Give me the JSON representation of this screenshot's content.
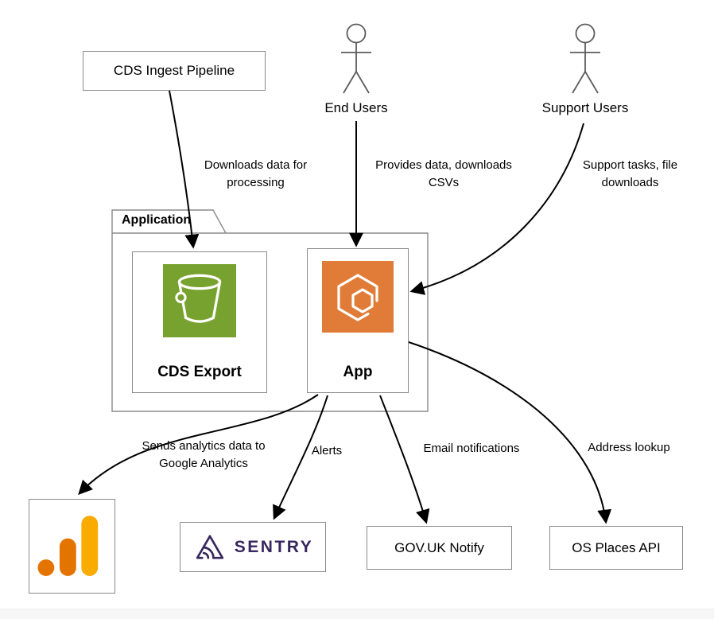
{
  "colors": {
    "border_gray": "#8a8a8a",
    "arrow_black": "#000000",
    "s3_green": "#78a22f",
    "app_orange": "#e07c38",
    "sentry_purple": "#36275c",
    "ga_orange": "#e37400",
    "ga_yellow": "#f9ab00"
  },
  "nodes": {
    "cds_ingest_pipeline": {
      "label": "CDS Ingest Pipeline"
    },
    "end_users": {
      "label": "End Users"
    },
    "support_users": {
      "label": "Support Users"
    },
    "application_group": {
      "label": "Application"
    },
    "cds_export": {
      "label": "CDS Export"
    },
    "app": {
      "label": "App"
    },
    "sentry": {
      "label": "SENTRY"
    },
    "govuk_notify": {
      "label": "GOV.UK Notify"
    },
    "os_places_api": {
      "label": "OS Places API"
    }
  },
  "icons": {
    "end_users": "stick-figure-actor",
    "support_users": "stick-figure-actor",
    "cds_export": "aws-s3-bucket",
    "app": "aws-container-service-hexagon",
    "google_analytics": "google-analytics-bars",
    "sentry": "sentry-triangle-logo"
  },
  "edges": {
    "ingest_to_export": {
      "from": "CDS Ingest Pipeline",
      "to": "CDS Export",
      "label": "Downloads data for processing"
    },
    "end_users_to_app": {
      "from": "End Users",
      "to": "App",
      "label": "Provides data, downloads CSVs"
    },
    "support_users_to_app": {
      "from": "Support Users",
      "to": "App",
      "label": "Support tasks, file downloads"
    },
    "app_to_analytics": {
      "from": "App",
      "to": "Google Analytics",
      "label": "Sends analytics data to Google Analytics"
    },
    "app_to_sentry": {
      "from": "App",
      "to": "SENTRY",
      "label": "Alerts"
    },
    "app_to_notify": {
      "from": "App",
      "to": "GOV.UK Notify",
      "label": "Email notifications"
    },
    "app_to_os_places": {
      "from": "App",
      "to": "OS Places API",
      "label": "Address lookup"
    }
  }
}
